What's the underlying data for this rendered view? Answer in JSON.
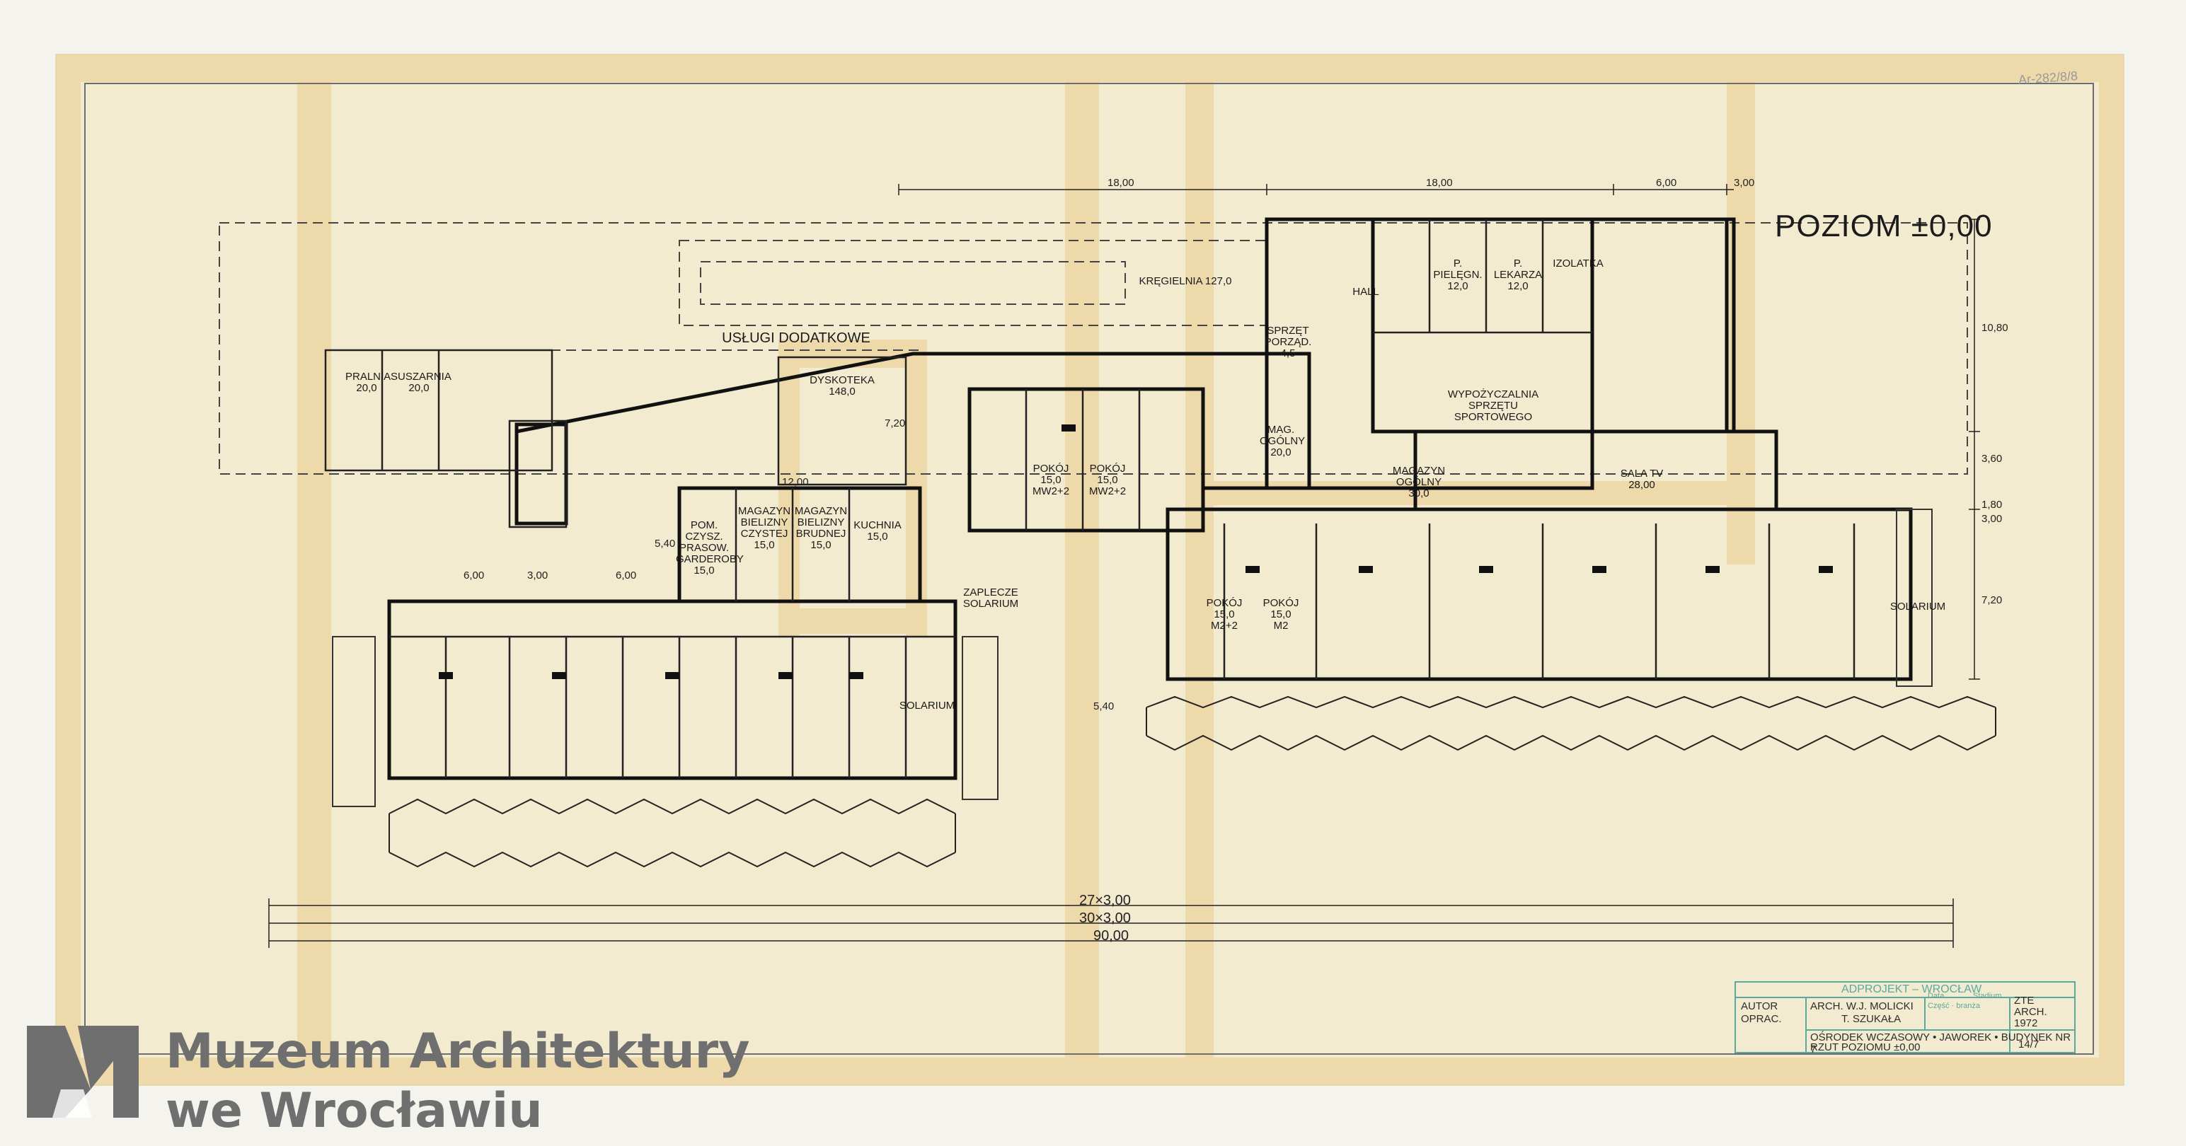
{
  "title": "POZIOM ±0,00",
  "archive_number": "Ar-282/8/8",
  "logo": {
    "line1": "Muzeum Architektury",
    "line2": "we Wrocławiu",
    "text_color": "#6f6f6f"
  },
  "rooms": [
    {
      "label": "PRALNIA\n20,0"
    },
    {
      "label": "SUSZARNIA\n20,0"
    },
    {
      "label": "USŁUGI DODATKOWE"
    },
    {
      "label": "DYSKOTEKA\n148,0"
    },
    {
      "label": "KRĘGIELNIA 127,0"
    },
    {
      "label": "HALL"
    },
    {
      "label": "P. PIELĘGN.\n12,0"
    },
    {
      "label": "P. LEKARZA\n12,0"
    },
    {
      "label": "IZOLATKA"
    },
    {
      "label": "SPRZĘT PORZĄD.\n4,5"
    },
    {
      "label": "WYPOŻYCZALNIA SPRZĘTU SPORTOWEGO"
    },
    {
      "label": "MAG. OGÓLNY\n20,0"
    },
    {
      "label": "MAGAZYN OGÓLNY\n30,0"
    },
    {
      "label": "SALA TV 28,00"
    },
    {
      "label": "POKÓJ\n15,0\nMW2+2"
    },
    {
      "label": "POKÓJ\n15,0\nMW2+2"
    },
    {
      "label": "POM. CZYSZ. PRASOW. GARDEROBY\n15,0"
    },
    {
      "label": "MAGAZYN BIELIZNY CZYSTEJ\n15,0"
    },
    {
      "label": "MAGAZYN BIELIZNY BRUDNEJ\n15,0"
    },
    {
      "label": "KUCHNIA\n15,0"
    },
    {
      "label": "ZAPLECZE SOLARIUM"
    },
    {
      "label": "POKÓJ\n15,0\nM2+2"
    },
    {
      "label": "POKÓJ\n15,0\nM2"
    },
    {
      "label": "SOLARIUM"
    },
    {
      "label": "SOLARIUM"
    }
  ],
  "dimensions": {
    "top": [
      "18,00",
      "18,00",
      "6,00",
      "3,00"
    ],
    "side": [
      "10,80",
      "3,60",
      "1,80",
      "3,00",
      "7,20"
    ],
    "inner": [
      "12,00",
      "6,00",
      "3,00",
      "6,00",
      "5,40",
      "7,20",
      "5,40"
    ],
    "bottom": [
      "27×3,00",
      "30×3,00",
      "90,00"
    ]
  },
  "stamp": {
    "header": "ADPROJEKT – WROCŁAW",
    "autor_label": "AUTOR",
    "oprac_label": "OPRAC.",
    "autor": "ARCH. W.J. MOLICKI",
    "oprac": "T. SZUKAŁA",
    "stadium_label": "Stadium",
    "stadium": "ZTE",
    "branza_label": "Część · branża",
    "branza": "ARCH.",
    "date_label": "Data",
    "date": "1972",
    "project": "OŚRODEK WCZASOWY • JAWOREK • BUDYNEK NR 7",
    "drawing": "RZUT POZIOMU ±0,00",
    "sheet": "14/7"
  },
  "colors": {
    "paper": "#f3ebcf",
    "tape": "#ecd6a3",
    "ink": "#1a1a1a",
    "stamp_ink": "#5aa9a0"
  }
}
